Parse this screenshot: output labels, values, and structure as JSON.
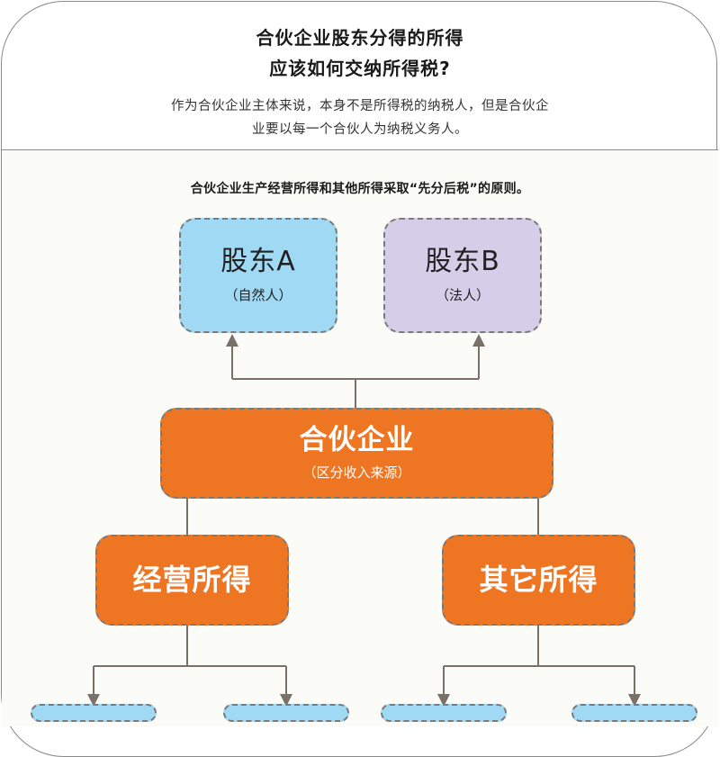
{
  "header": {
    "title_line1": "合伙企业股东分得的所得",
    "title_line2": "应该如何交纳所得税?",
    "subtitle_line1": "作为合伙企业主体来说，本身不是所得税的纳税人，但是合伙企",
    "subtitle_line2": "业要以每一个合伙人为纳税义务人。"
  },
  "diagram": {
    "principle": "合伙企业生产经营所得和其他所得采取“先分后税”的原则。",
    "shareholder_a": {
      "name": "股东A",
      "type": "（自然人）"
    },
    "shareholder_b": {
      "name": "股东B",
      "type": "（法人）"
    },
    "partnership": {
      "name": "合伙企业",
      "note": "（区分收入来源）"
    },
    "operating_income": {
      "name": "经营所得"
    },
    "other_income": {
      "name": "其它所得"
    }
  },
  "colors": {
    "orange": "#ee7522",
    "blue": "#9fd9f4",
    "lavender": "#d5cee8",
    "line": "#7a7068"
  }
}
